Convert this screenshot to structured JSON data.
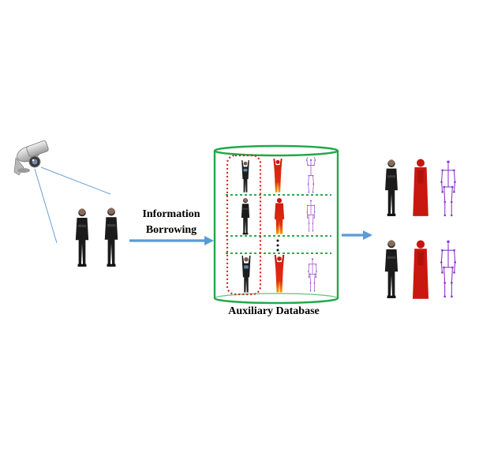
{
  "labels": {
    "info_line1": "Information",
    "info_line2": "Borrowing",
    "database": "Auxiliary Database"
  },
  "icons": {
    "camera": "surveillance-camera-icon",
    "arrow": "right-arrow-icon"
  },
  "colors": {
    "camera_fov": "#6a9fd4",
    "arrow": "#5b9bd5",
    "cylinder": "#22a84a",
    "row_divider": "#2ea84f",
    "selection_box": "#e02020",
    "person_dark": "#1c1c1c",
    "depth_red": "#cc1a10",
    "skeleton": "#8a35c8"
  }
}
